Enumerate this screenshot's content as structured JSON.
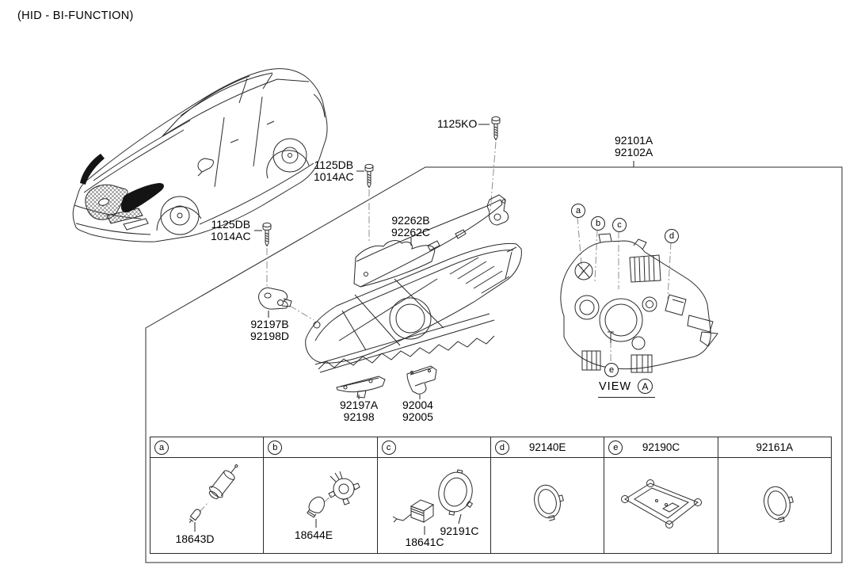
{
  "page_title": "(HID - BI-FUNCTION)",
  "labels": {
    "bolt_ko": "1125KO",
    "bolt_db": "1125DB",
    "bolt_ac": "1014AC",
    "assy1": "92101A",
    "assy2": "92102A",
    "strip1": "92262B",
    "strip2": "92262C",
    "bracket_b1": "92197B",
    "bracket_b2": "92198D",
    "bracket_a1": "92197A",
    "bracket_a2": "92198",
    "side1": "92004",
    "side2": "92005"
  },
  "view_label": {
    "word": "VIEW",
    "letter": "A"
  },
  "callouts": {
    "a": "a",
    "b": "b",
    "c": "c",
    "d": "d",
    "e": "e"
  },
  "table": {
    "columns": [
      {
        "letter": "a",
        "header_part": "",
        "labels": [
          "18643D"
        ]
      },
      {
        "letter": "b",
        "header_part": "",
        "labels": [
          "18644E"
        ]
      },
      {
        "letter": "c",
        "header_part": "",
        "labels": [
          "18641C",
          "92191C"
        ]
      },
      {
        "letter": "d",
        "header_part": "92140E",
        "labels": []
      },
      {
        "letter": "e",
        "header_part": "92190C",
        "labels": []
      },
      {
        "letter": "",
        "header_part": "92161A",
        "labels": []
      }
    ]
  }
}
